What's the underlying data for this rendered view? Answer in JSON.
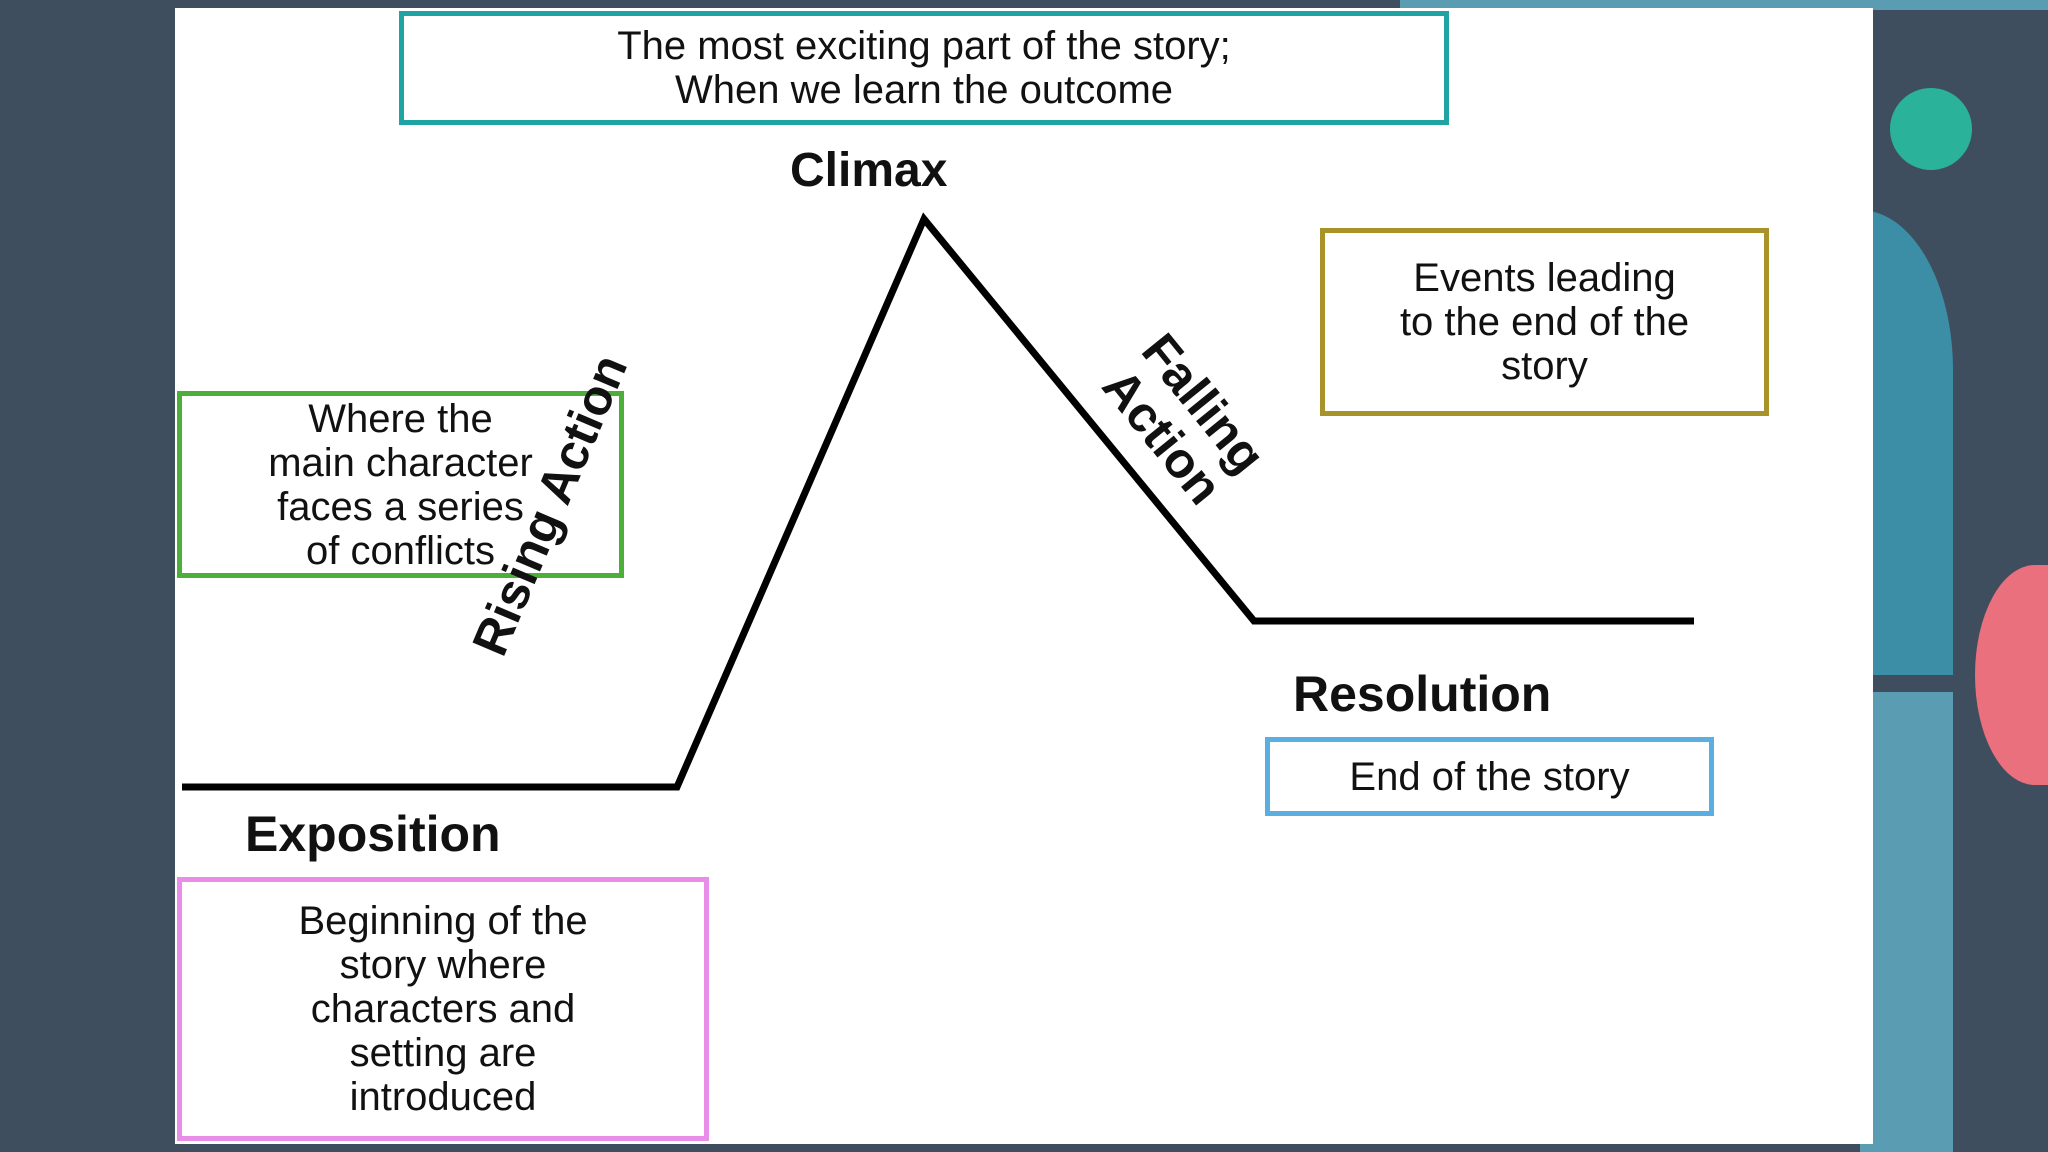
{
  "diagram": {
    "stages": {
      "exposition": "Exposition",
      "rising_action": "Rising Action",
      "climax": "Climax",
      "falling_action_line1": "Falling",
      "falling_action_line2": "Action",
      "resolution": "Resolution"
    },
    "descriptions": {
      "climax_line1": "The most exciting part of the story;",
      "climax_line2": "When we learn the outcome",
      "rising_action": [
        "Where the",
        "main character",
        "faces a series",
        "of conflicts"
      ],
      "falling_action": [
        "Events leading",
        "to the end of the",
        "story"
      ],
      "resolution": "End of the story",
      "exposition": [
        "Beginning of the",
        "story where",
        "characters and",
        "setting are",
        "introduced"
      ]
    },
    "colors": {
      "climax_box": "#1fa3a3",
      "rising_box": "#4caf3a",
      "falling_box": "#a8922a",
      "resolution_box": "#5aaee0",
      "exposition_box": "#e88ee8",
      "plot_line": "#000000",
      "slide_background": "#3f4e5e",
      "accent_teal": "#2ab39a",
      "accent_blue": "#5a9db3",
      "accent_coral": "#e9707c"
    }
  }
}
